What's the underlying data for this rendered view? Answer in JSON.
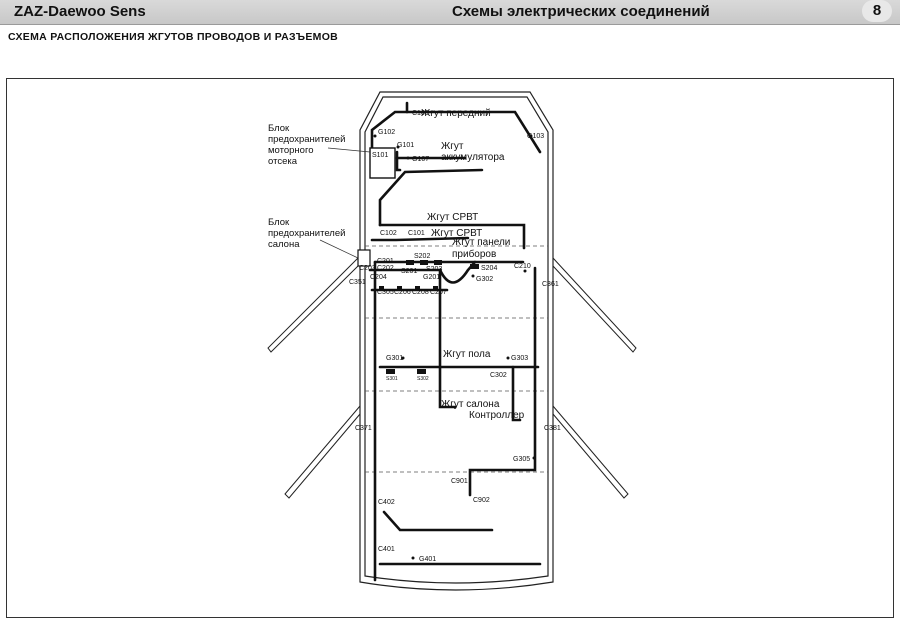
{
  "header": {
    "brand": "ZAZ-Daewoo   Sens",
    "section_title": "Схемы электрических соединений",
    "page_number": "8"
  },
  "page_heading": "СХЕМА РАСПОЛОЖЕНИЯ ЖГУТОВ ПРОВОДОВ И РАЗЪЕМОВ",
  "callouts": {
    "engine_fuse_block": [
      "Блок",
      "предохранителей",
      "моторного",
      "отсека"
    ],
    "cabin_fuse_block": [
      "Блок",
      "предохранителей",
      "салона"
    ]
  },
  "harness_labels": {
    "front": "Жгут   передний",
    "battery_1": "Жгут",
    "battery_2": "аккумулятора",
    "srvt_1": "Жгут  СРВТ",
    "srvt_2": "Жгут  СРВТ",
    "panel_1": "Жгут   панели",
    "panel_2": "приборов",
    "floor": "Жгут   пола",
    "cabin": "Жгут   салона",
    "controller": "Контроллер"
  },
  "connectors": {
    "c103": "C103",
    "g102": "G102",
    "g103": "G103",
    "s101": "S101",
    "g101": "G101",
    "g107": "G107",
    "c102": "C102",
    "c101": "C101",
    "c201": "C201",
    "c202": "C202",
    "c203": "C203",
    "c204": "C204",
    "c351": "C351",
    "s202": "S202",
    "s201": "S201",
    "s203": "S203",
    "g201": "G201",
    "s204": "S204",
    "c210": "C210",
    "g302": "G302",
    "c361": "C361",
    "c305": "C305",
    "c206": "C206",
    "c208": "C208",
    "c207": "C207",
    "g301": "G301",
    "g303": "G303",
    "s301": "S301",
    "s302": "S302",
    "c302": "C302",
    "c371": "C371",
    "c381": "C381",
    "g305": "G305",
    "c901": "C901",
    "c902": "C902",
    "c402": "C402",
    "c401": "C401",
    "g401": "G401"
  }
}
